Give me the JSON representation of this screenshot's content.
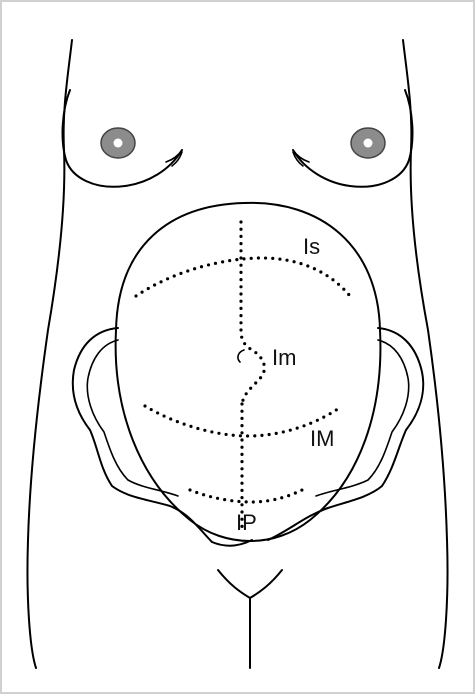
{
  "diagram": {
    "labels": {
      "is": "Is",
      "im": "Im",
      "IM": "IM",
      "ip": "IP"
    },
    "colors": {
      "border": "#d0d0d0",
      "ink": "#000000",
      "areola": "#8c8c8c",
      "nipple": "#ffffff",
      "background": "#ffffff"
    }
  }
}
